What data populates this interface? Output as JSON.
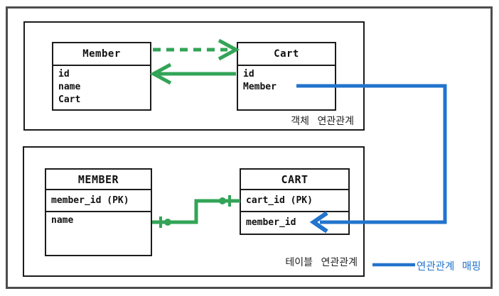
{
  "colors": {
    "green": "#33a457",
    "blue": "#2274cc",
    "box_border": "#1c1c1c",
    "outer_border": "#4d4d4d",
    "text": "#111111",
    "caption_text": "#222222"
  },
  "object_diagram": {
    "caption": "객체 연관관계",
    "member_class": {
      "title": "Member",
      "fields": [
        "id",
        "name",
        "Cart"
      ]
    },
    "cart_class": {
      "title": "Cart",
      "fields": [
        "id",
        "Member"
      ]
    }
  },
  "table_diagram": {
    "caption": "테이블 연관관계",
    "member_table": {
      "title": "MEMBER",
      "rows": [
        "member_id (PK)",
        "name"
      ]
    },
    "cart_table": {
      "title": "CART",
      "rows": [
        "cart_id (PK)",
        "member_id"
      ]
    }
  },
  "legend": {
    "label": "연관관계 매핑"
  }
}
